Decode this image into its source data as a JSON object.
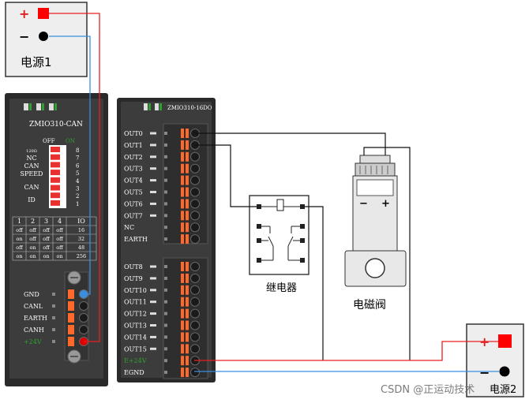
{
  "power1": {
    "plus": "+",
    "minus": "−",
    "label": "电源1"
  },
  "power2": {
    "plus": "+",
    "minus": "−",
    "label": "电源2"
  },
  "can_module": {
    "title": "ZMIO310-CAN",
    "off": "OFF",
    "on": "ON",
    "switch_numbers": [
      "8",
      "7",
      "6",
      "5",
      "4",
      "3",
      "2",
      "1"
    ],
    "group_labels": [
      "120Ω",
      "NC",
      "CAN",
      "SPEED",
      "CAN",
      "ID"
    ],
    "table_header": [
      "1",
      "2",
      "3",
      "4",
      "IO"
    ],
    "table_rows": [
      [
        "off",
        "off",
        "off",
        "off",
        "16"
      ],
      [
        "on",
        "off",
        "off",
        "off",
        "32"
      ],
      [
        "off",
        "on",
        "off",
        "off",
        "48"
      ],
      [
        "on",
        "on",
        "on",
        "on",
        "256"
      ]
    ],
    "terminals": [
      "GND",
      "CANL",
      "EARTH",
      "CANH",
      "+24V"
    ]
  },
  "do_module": {
    "title": "ZMIO310-16DO",
    "upper_terminals": [
      "OUT0",
      "OUT1",
      "OUT2",
      "OUT3",
      "OUT4",
      "OUT5",
      "OUT6",
      "OUT7",
      "NC",
      "EARTH"
    ],
    "lower_terminals": [
      "OUT8",
      "OUT9",
      "OUT10",
      "OUT11",
      "OUT12",
      "OUT13",
      "OUT14",
      "OUT15",
      "E+24V",
      "EGND"
    ]
  },
  "relay": {
    "label": "继电器"
  },
  "valve": {
    "label": "电磁阀",
    "minus": "−",
    "plus": "+"
  },
  "watermark": "CSDN @正运动技术",
  "colors": {
    "red_wire": "#e82020",
    "blue_wire": "#3a8ee0",
    "black_wire": "#111111",
    "terminal_orange": "#ff6a2a",
    "green_text": "#2fa02f"
  }
}
